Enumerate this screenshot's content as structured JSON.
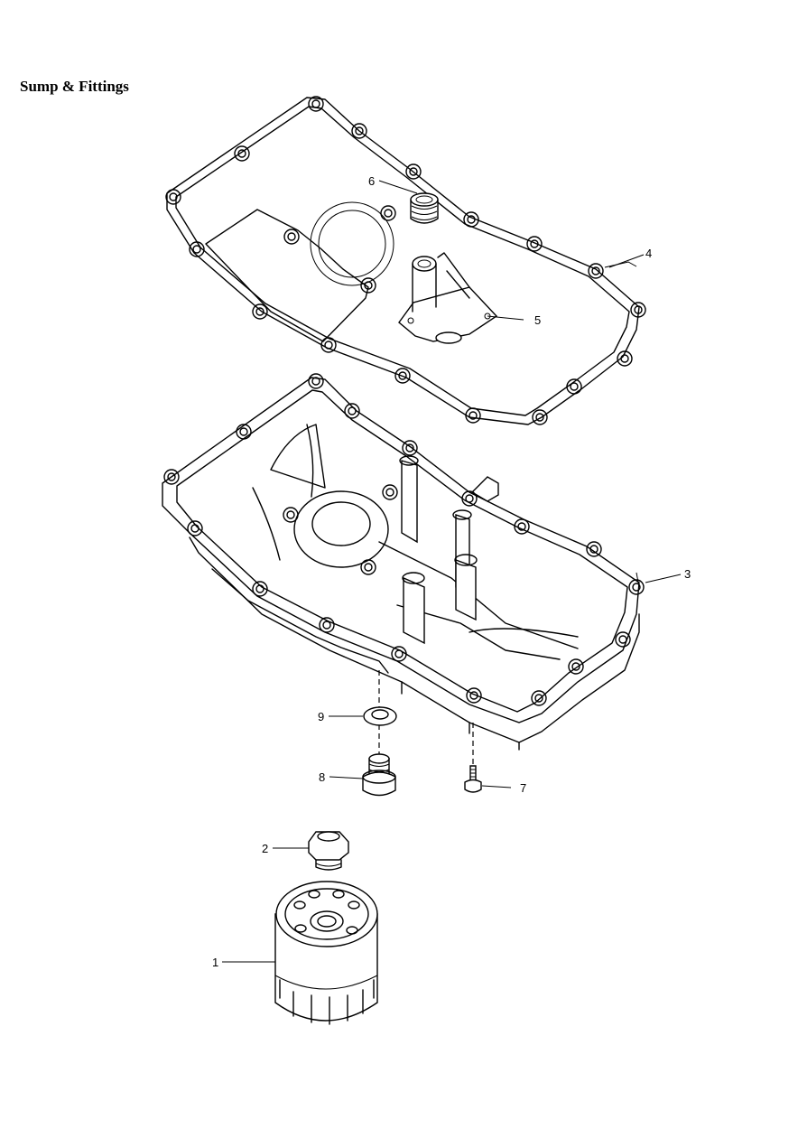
{
  "title": "Sump & Fittings",
  "callouts": [
    {
      "id": "1",
      "text": "1"
    },
    {
      "id": "2",
      "text": "2"
    },
    {
      "id": "3",
      "text": "3"
    },
    {
      "id": "4",
      "text": "4"
    },
    {
      "id": "5",
      "text": "5"
    },
    {
      "id": "6",
      "text": "6"
    },
    {
      "id": "7",
      "text": "7"
    },
    {
      "id": "8",
      "text": "8"
    },
    {
      "id": "9",
      "text": "9"
    }
  ]
}
